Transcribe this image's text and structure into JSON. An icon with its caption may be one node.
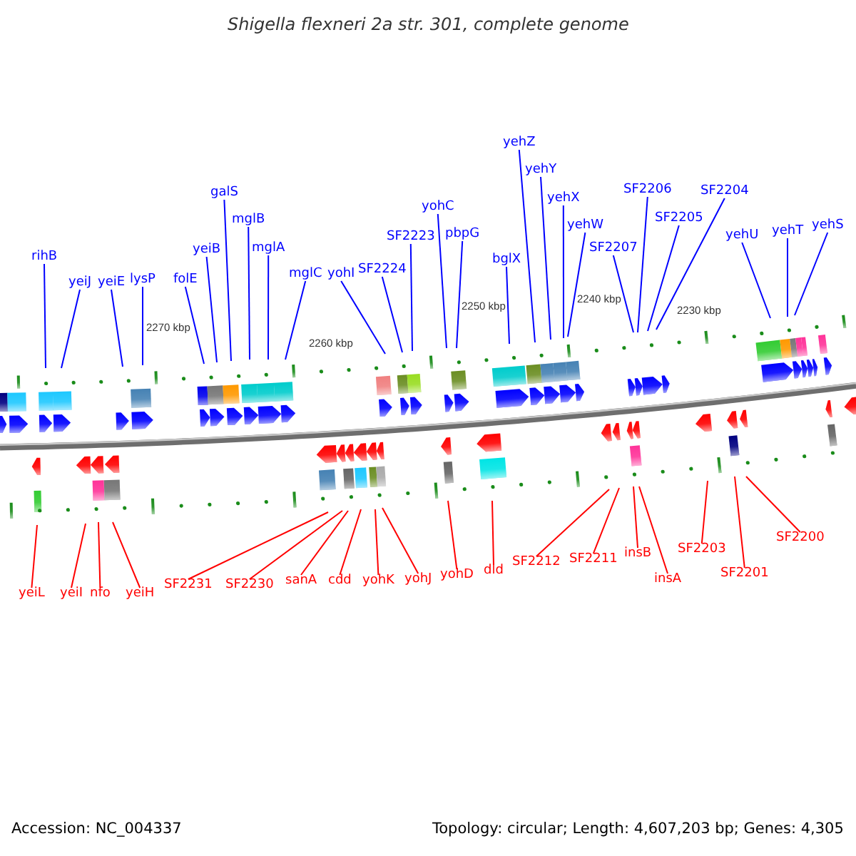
{
  "diagram": {
    "title": "Shigella flexneri 2a str. 301, complete genome",
    "nodes": [
      {
        "text": [
          "rihB"
        ]
      },
      {
        "text": [
          "yeiJ"
        ]
      },
      {
        "text": [
          "yeiE"
        ]
      },
      {
        "text": [
          "lysP"
        ]
      },
      {
        "text": [
          "folE"
        ]
      },
      {
        "text": [
          "yeiB"
        ]
      },
      {
        "text": [
          "galS"
        ]
      },
      {
        "text": [
          "mglB"
        ]
      },
      {
        "text": [
          "mglA"
        ]
      },
      {
        "text": [
          "mglC"
        ]
      },
      {
        "text": [
          "yohI"
        ]
      },
      {
        "text": [
          "SF2224"
        ]
      },
      {
        "text": [
          "SF2223"
        ]
      },
      {
        "text": [
          "yohC"
        ]
      },
      {
        "text": [
          "pbpG"
        ]
      },
      {
        "text": [
          "bglX"
        ]
      },
      {
        "text": [
          "yehZ"
        ]
      },
      {
        "text": [
          "yehY"
        ]
      },
      {
        "text": [
          "yehX"
        ]
      },
      {
        "text": [
          "yehW"
        ]
      },
      {
        "text": [
          "SF2207"
        ]
      },
      {
        "text": [
          "SF2206"
        ]
      },
      {
        "text": [
          "SF2205"
        ]
      },
      {
        "text": [
          "SF2204"
        ]
      },
      {
        "text": [
          "yehU"
        ]
      },
      {
        "text": [
          "yehT"
        ]
      },
      {
        "text": [
          "yehS"
        ]
      },
      {
        "text": [
          "yeiL"
        ]
      },
      {
        "text": [
          "yeiI"
        ]
      },
      {
        "text": [
          "nfo"
        ]
      },
      {
        "text": [
          "yeiH"
        ]
      },
      {
        "text": [
          "SF2231"
        ]
      },
      {
        "text": [
          "SF2230"
        ]
      },
      {
        "text": [
          "sanA"
        ]
      },
      {
        "text": [
          "cdd"
        ]
      },
      {
        "text": [
          "yohK"
        ]
      },
      {
        "text": [
          "yohJ"
        ]
      },
      {
        "text": [
          "yohD"
        ]
      },
      {
        "text": [
          "dld"
        ]
      },
      {
        "text": [
          "SF2212"
        ]
      },
      {
        "text": [
          "SF2211"
        ]
      },
      {
        "text": [
          "insB"
        ]
      },
      {
        "text": [
          "insA"
        ]
      },
      {
        "text": [
          "SF2203"
        ]
      },
      {
        "text": [
          "SF2201"
        ]
      },
      {
        "text": [
          "SF2200"
        ]
      }
    ],
    "edges": [
      {
        "from": 0,
        "to": null,
        "arrow": "none"
      },
      {
        "from": 1,
        "to": null,
        "arrow": "none"
      },
      {
        "from": 2,
        "to": null,
        "arrow": "none"
      },
      {
        "from": 3,
        "to": null,
        "arrow": "none"
      },
      {
        "from": 4,
        "to": null,
        "arrow": "none"
      },
      {
        "from": 5,
        "to": null,
        "arrow": "none"
      },
      {
        "from": 6,
        "to": null,
        "arrow": "none"
      },
      {
        "from": 7,
        "to": null,
        "arrow": "none"
      },
      {
        "from": 8,
        "to": null,
        "arrow": "none"
      },
      {
        "from": 9,
        "to": null,
        "arrow": "none"
      },
      {
        "from": 10,
        "to": null,
        "arrow": "none"
      },
      {
        "from": 11,
        "to": null,
        "arrow": "none"
      },
      {
        "from": 12,
        "to": null,
        "arrow": "none"
      },
      {
        "from": 13,
        "to": null,
        "arrow": "none"
      },
      {
        "from": 14,
        "to": null,
        "arrow": "none"
      },
      {
        "from": 15,
        "to": null,
        "arrow": "none"
      },
      {
        "from": 16,
        "to": null,
        "arrow": "none"
      },
      {
        "from": 17,
        "to": null,
        "arrow": "none"
      },
      {
        "from": 18,
        "to": null,
        "arrow": "none"
      },
      {
        "from": 19,
        "to": null,
        "arrow": "none"
      },
      {
        "from": 20,
        "to": null,
        "arrow": "none"
      },
      {
        "from": 21,
        "to": null,
        "arrow": "none"
      },
      {
        "from": 22,
        "to": null,
        "arrow": "none"
      },
      {
        "from": 23,
        "to": null,
        "arrow": "none"
      },
      {
        "from": 24,
        "to": null,
        "arrow": "none"
      },
      {
        "from": 25,
        "to": null,
        "arrow": "none"
      },
      {
        "from": 26,
        "to": null,
        "arrow": "none"
      },
      {
        "from": 27,
        "to": null,
        "arrow": "none",
        "color": "#ff0000"
      },
      {
        "from": 28,
        "to": null,
        "arrow": "none",
        "color": "#ff0000"
      },
      {
        "from": 29,
        "to": null,
        "arrow": "none",
        "color": "#ff0000"
      },
      {
        "from": 30,
        "to": null,
        "arrow": "none",
        "color": "#ff0000"
      },
      {
        "from": 31,
        "to": null,
        "arrow": "none",
        "color": "#ff0000"
      },
      {
        "from": 32,
        "to": null,
        "arrow": "none",
        "color": "#ff0000"
      },
      {
        "from": 33,
        "to": null,
        "arrow": "none",
        "color": "#ff0000"
      },
      {
        "from": 34,
        "to": null,
        "arrow": "none",
        "color": "#ff0000"
      },
      {
        "from": 35,
        "to": null,
        "arrow": "none",
        "color": "#ff0000"
      },
      {
        "from": 36,
        "to": null,
        "arrow": "none",
        "color": "#ff0000"
      },
      {
        "from": 37,
        "to": null,
        "arrow": "none",
        "color": "#ff0000"
      },
      {
        "from": 38,
        "to": null,
        "arrow": "none",
        "color": "#ff0000"
      },
      {
        "from": 39,
        "to": null,
        "arrow": "none",
        "color": "#ff0000"
      },
      {
        "from": 40,
        "to": null,
        "arrow": "none",
        "color": "#ff0000"
      },
      {
        "from": 41,
        "to": null,
        "arrow": "none",
        "color": "#ff0000"
      },
      {
        "from": 42,
        "to": null,
        "arrow": "none",
        "color": "#ff0000"
      },
      {
        "from": 43,
        "to": null,
        "arrow": "none",
        "color": "#ff0000"
      },
      {
        "from": 44,
        "to": null,
        "arrow": "none",
        "color": "#ff0000"
      },
      {
        "from": 45,
        "to": null,
        "arrow": "none",
        "color": "#ff0000"
      }
    ],
    "labels": [
      "2270 kbp",
      "2260 kbp",
      "2250 kbp",
      "2240 kbp",
      "2230 kbp",
      "Accession: NC_004337",
      "Topology: circular; Length: 4,607,203 bp; Genes: 4,305"
    ]
  }
}
